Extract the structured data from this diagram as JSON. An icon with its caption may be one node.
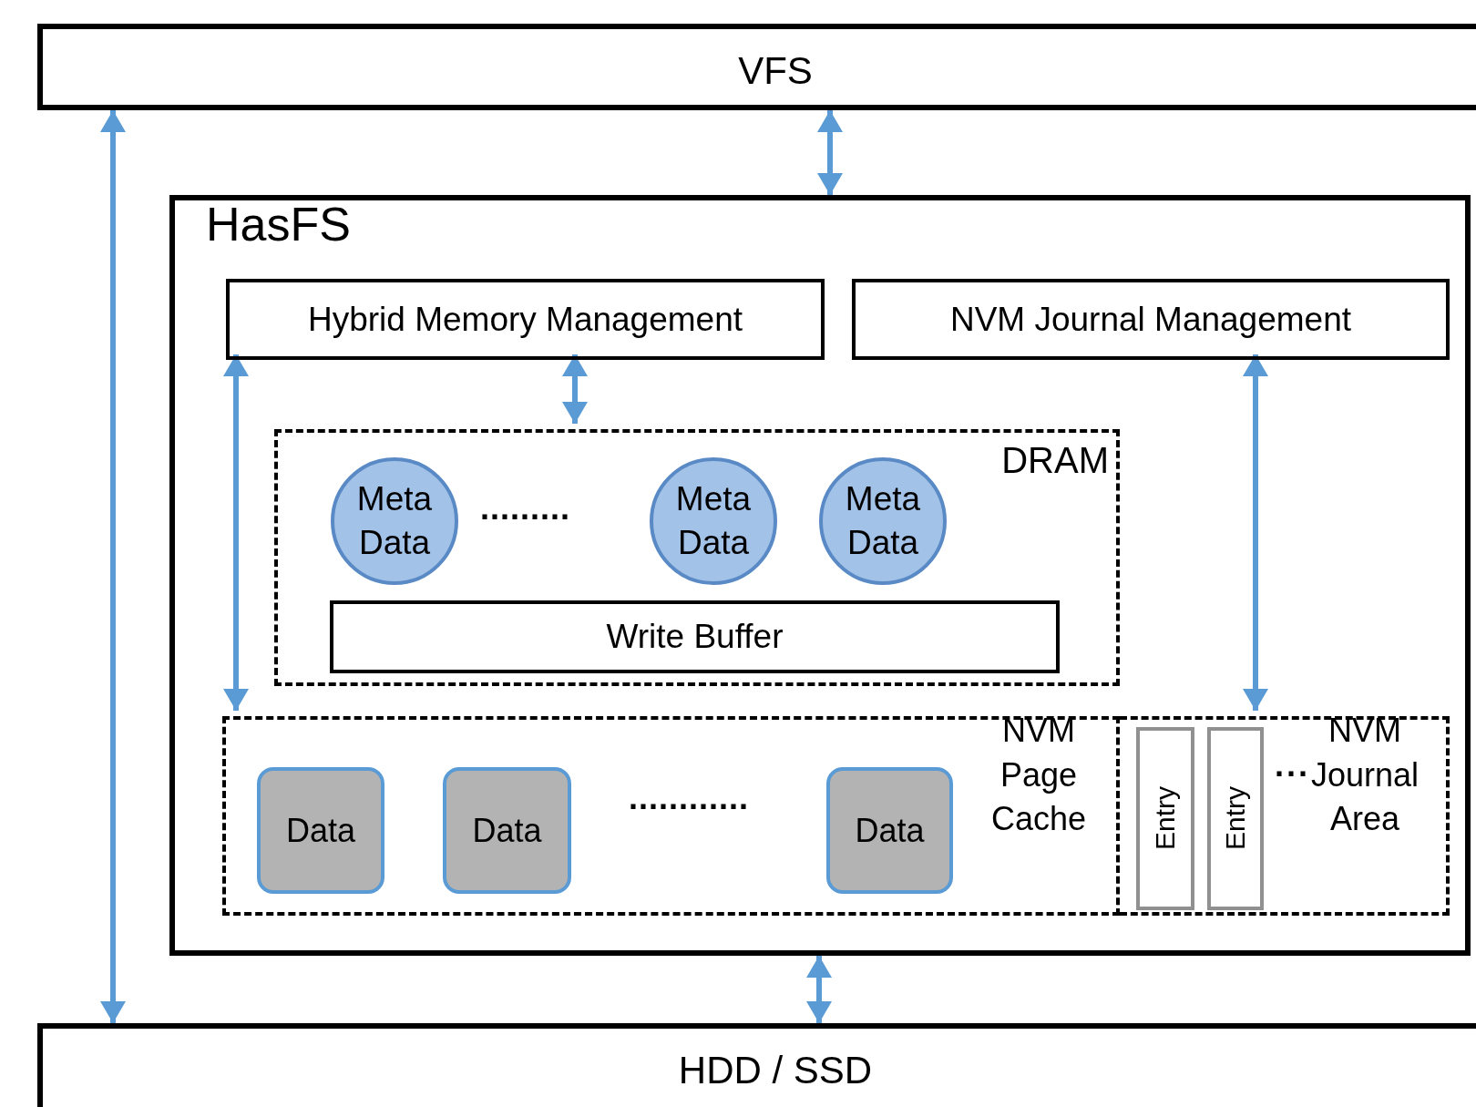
{
  "diagram": {
    "nodes": [
      {
        "text": [
          "VFS"
        ]
      },
      {
        "text": [
          "HasFS"
        ]
      },
      {
        "text": [
          "Hybrid Memory Management"
        ],
        "in": 1
      },
      {
        "text": [
          "NVM Journal Management"
        ],
        "in": 1
      },
      {
        "text": [
          "DRAM"
        ],
        "in": 1
      },
      {
        "text": [
          "Meta Data"
        ],
        "in": 4
      },
      {
        "text": [
          "Meta Data"
        ],
        "in": 4
      },
      {
        "text": [
          "Meta Data"
        ],
        "in": 4
      },
      {
        "text": [
          "Write Buffer"
        ],
        "in": 4
      },
      {
        "text": [
          "NVM Page Cache"
        ],
        "in": 1
      },
      {
        "text": [
          "Data"
        ],
        "in": 9
      },
      {
        "text": [
          "Data"
        ],
        "in": 9
      },
      {
        "text": [
          "Data"
        ],
        "in": 9
      },
      {
        "text": [
          "NVM Journal Area"
        ],
        "in": 1
      },
      {
        "text": [
          "Entry"
        ],
        "in": 13
      },
      {
        "text": [
          "Entry"
        ],
        "in": 13
      },
      {
        "text": [
          "HDD / SSD"
        ]
      }
    ],
    "edges": [
      {
        "from": 0,
        "to": 16,
        "arrow": "both"
      },
      {
        "from": 0,
        "to": 1,
        "arrow": "both"
      },
      {
        "from": 2,
        "to": 4,
        "arrow": "both"
      },
      {
        "from": 2,
        "to": 9,
        "arrow": "both"
      },
      {
        "from": 3,
        "to": 13,
        "arrow": "both"
      },
      {
        "from": 1,
        "to": 16,
        "arrow": "both"
      }
    ],
    "labels": [
      ".........",
      "............",
      "···"
    ]
  }
}
